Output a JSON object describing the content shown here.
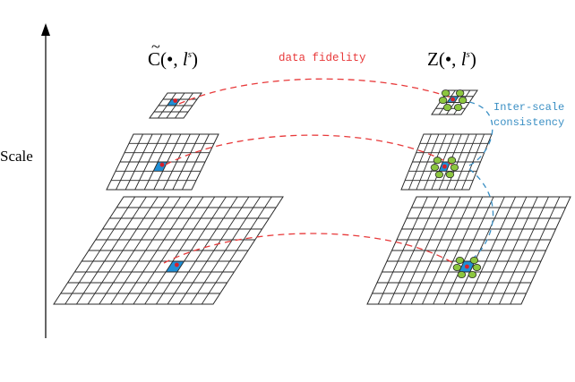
{
  "axis": {
    "label": "Scale"
  },
  "left_column": {
    "title_main": "C(•, ",
    "title_var": "l",
    "title_sup": "s",
    "title_close": ")",
    "tilde": "~"
  },
  "right_column": {
    "title_main": "Z(•, ",
    "title_var": "l",
    "title_sup": "s",
    "title_close": ")"
  },
  "labels": {
    "data_fidelity": "data fidelity",
    "inter_scale_line1": "Inter-scale",
    "inter_scale_line2": "consistency"
  },
  "colors": {
    "fidelity_link": "#e8393a",
    "consistency_link": "#3a8fc4",
    "selected_cell": "#1f8fd6",
    "center_point": "#d8202a",
    "neighbor_point": "#8cc63f",
    "grid_line": "#2a2a2a"
  }
}
